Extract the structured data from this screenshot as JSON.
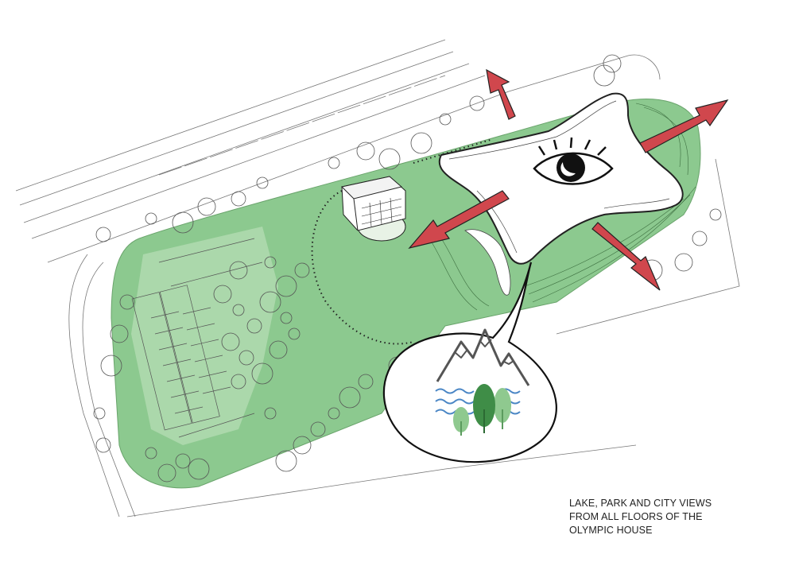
{
  "caption": {
    "lines": [
      "LAKE, PARK AND CITY VIEWS",
      "FROM ALL FLOORS OF THE",
      "OLYMPIC HOUSE"
    ]
  },
  "colors": {
    "park_green": "#8cc98f",
    "park_light": "#b5dcb4",
    "arrow_red": "#d0474d",
    "water_blue": "#4a86c5",
    "tree_dark": "#3f8d47",
    "tree_light": "#8fc98f",
    "mountain_grey": "#555555"
  },
  "icons": [
    "eye-icon",
    "view-arrow-icon",
    "mountain-icon",
    "water-waves-icon",
    "tree-icon"
  ]
}
